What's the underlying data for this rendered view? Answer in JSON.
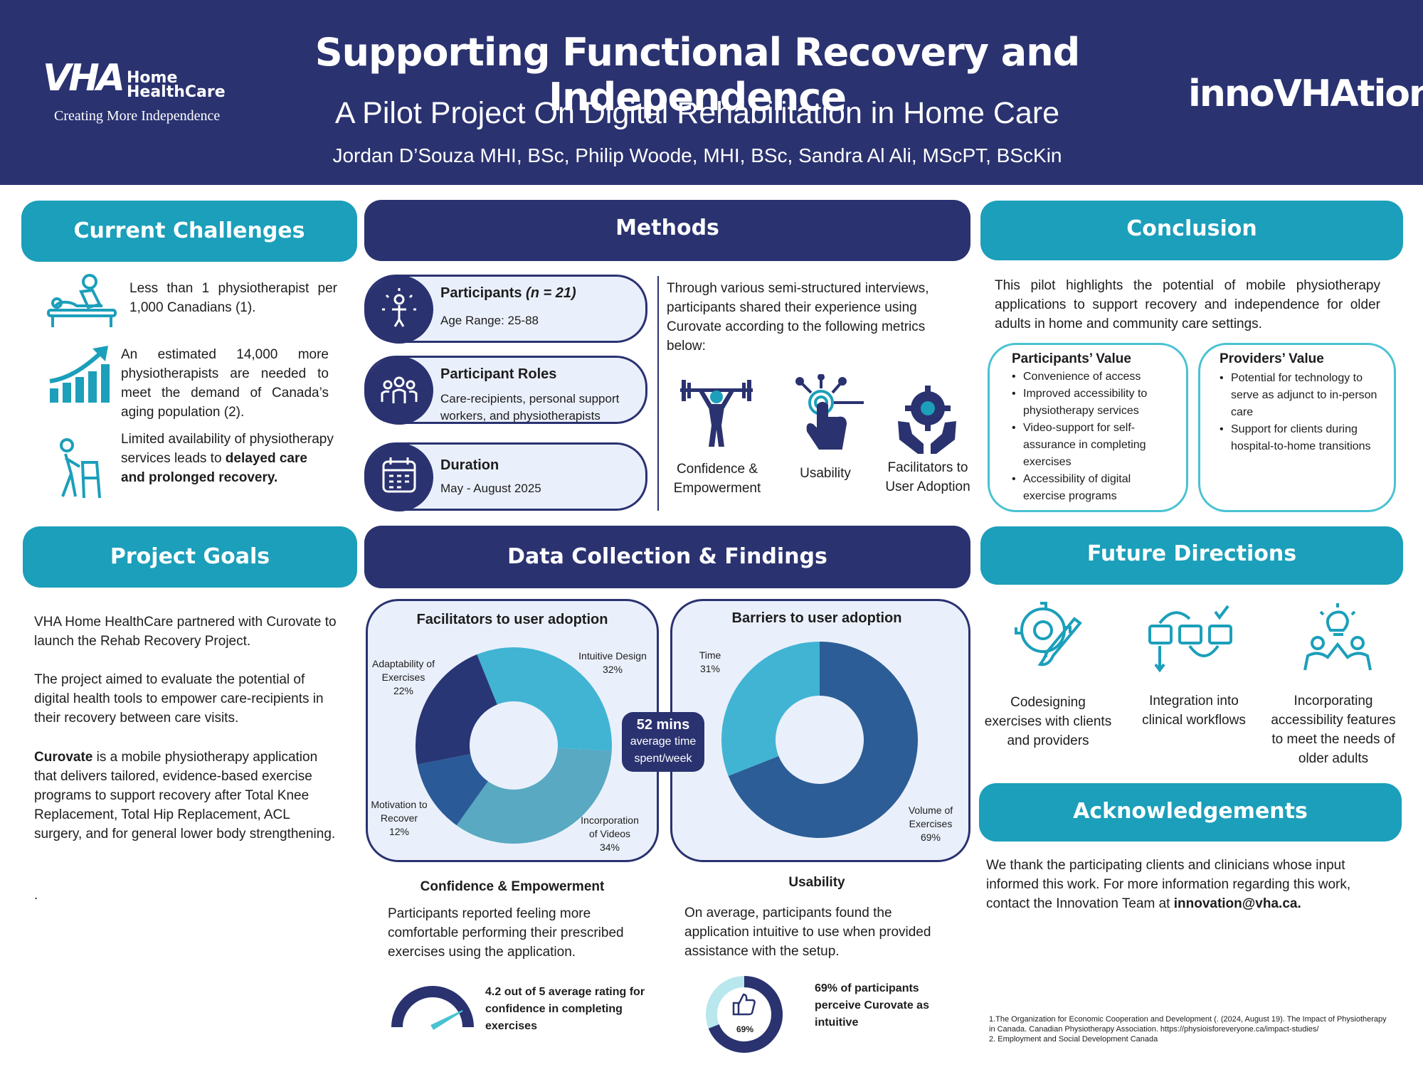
{
  "header": {
    "title": "Supporting Functional Recovery and Independence",
    "subtitle": "A Pilot Project On Digital Rehabilitation in Home Care",
    "authors": "Jordan D’Souza MHI, BSc, Philip Woode, MHI, BSc, Sandra Al Ali, MScPT, BScKin",
    "logo_left_mark": "VHA",
    "logo_left_name_1": "Home",
    "logo_left_name_2": "HealthCare",
    "logo_left_tagline": "Creating More Independence",
    "logo_right": "innoVHAtion"
  },
  "colors": {
    "navy": "#2a3270",
    "teal": "#1b9fba",
    "light_teal": "#49c2d3",
    "panel_bg": "#eaf0fb"
  },
  "challenges": {
    "heading": "Current Challenges",
    "items": [
      {
        "icon": "physiotherapy-massage-icon",
        "text": "Less than 1 physiotherapist per 1,000 Canadians (1)."
      },
      {
        "icon": "growth-chart-icon",
        "text": "An estimated 14,000 more physiotherapists are needed to meet the demand of Canada’s aging population (2)."
      },
      {
        "icon": "walker-person-icon",
        "text_plain": "Limited availability of physiotherapy services leads to ",
        "text_bold": "delayed care and prolonged recovery."
      }
    ]
  },
  "goals": {
    "heading": "Project Goals",
    "p1": "VHA Home HealthCare partnered with Curovate to launch the Rehab Recovery Project.",
    "p2": "The project aimed to evaluate the potential of digital health tools to empower care-recipients in their recovery between care visits.",
    "p3_bold": "Curovate",
    "p3_rest": " is a mobile physiotherapy application that delivers tailored, evidence-based exercise programs to support recovery after Total Knee Replacement, Total Hip Replacement, ACL surgery, and for general lower body strengthening.",
    "p4": "."
  },
  "methods": {
    "heading": "Methods",
    "cards": [
      {
        "icon": "person-spark-icon",
        "title": "Participants",
        "title_extra": "(n = 21)",
        "sub": "Age Range: 25-88"
      },
      {
        "icon": "group-icon",
        "title": "Participant Roles",
        "sub": "Care-recipients, personal support workers, and physiotherapists"
      },
      {
        "icon": "calendar-icon",
        "title": "Duration",
        "sub": "May - August 2025"
      }
    ],
    "intro": "Through various semi-structured interviews, participants shared their experience using Curovate according to the following metrics below:",
    "metrics": [
      {
        "icon": "weightlifter-icon",
        "label": "Confidence & Empowerment"
      },
      {
        "icon": "tap-hand-icon",
        "label": "Usability"
      },
      {
        "icon": "gear-hands-icon",
        "label": "Facilitators to User Adoption"
      }
    ]
  },
  "findings": {
    "heading": "Data Collection & Findings",
    "facilitators": {
      "title": "Facilitators to user adoption",
      "slices": [
        {
          "name": "Intuitive Design",
          "pct_label": "32%",
          "value": 32,
          "color": "#41b4d4"
        },
        {
          "name": "Incorporation of Videos",
          "pct_label": "34%",
          "value": 34,
          "color": "#58a9c1"
        },
        {
          "name": "Motivation to Recover",
          "pct_label": "12%",
          "value": 12,
          "color": "#2b5a98"
        },
        {
          "name": "Adaptability of Exercises",
          "pct_label": "22%",
          "value": 22,
          "color": "#283675"
        }
      ]
    },
    "barriers": {
      "title": "Barriers to user adoption",
      "slices": [
        {
          "name": "Volume of Exercises",
          "pct_label": "69%",
          "value": 69,
          "color": "#2c5d96"
        },
        {
          "name": "Time",
          "pct_label": "31%",
          "value": 31,
          "color": "#41b4d4"
        }
      ]
    },
    "badge": {
      "value": "52 mins",
      "line1": "average time",
      "line2": "spent/week"
    },
    "confidence": {
      "heading": "Confidence & Empowerment",
      "text": "Participants reported feeling more comfortable performing their prescribed exercises using the application.",
      "stat": "4.2 out of 5 average rating for confidence in completing exercises",
      "rating": 4.2,
      "rating_max": 5
    },
    "usability": {
      "heading": "Usability",
      "text": "On average, participants found the application intuitive to use when provided assistance with the setup.",
      "stat": "69% of participants perceive Curovate as intuitive",
      "ring_label": "69%",
      "ring_value": 69
    }
  },
  "conclusion": {
    "heading": "Conclusion",
    "text": "This pilot highlights the potential of mobile physiotherapy applications to support recovery and independence for older adults in home and community care settings.",
    "participants_value": {
      "title": "Participants’ Value",
      "items": [
        "Convenience of access",
        "Improved accessibility to physiotherapy services",
        "Video-support for self-assurance in completing exercises",
        "Accessibility of digital exercise programs"
      ]
    },
    "providers_value": {
      "title": "Providers’ Value",
      "items": [
        "Potential for technology to serve as adjunct to in-person care",
        "Support for clients during hospital-to-home transitions"
      ]
    }
  },
  "future": {
    "heading": "Future Directions",
    "items": [
      {
        "icon": "gear-brush-icon",
        "label": "Codesigning exercises with clients and providers"
      },
      {
        "icon": "workflow-icon",
        "label": "Integration into clinical workflows"
      },
      {
        "icon": "lightbulb-people-icon",
        "label": "Incorporating accessibility features to meet the needs of older adults"
      }
    ]
  },
  "acknowledgements": {
    "heading": "Acknowledgements",
    "text": "We thank the participating clients and clinicians whose input informed this work. For more information regarding this work, contact the Innovation Team at ",
    "email": "innovation@vha.ca."
  },
  "references": {
    "r1": "1.The Organization for Economic Cooperation and Development (. (2024, August 19). The Impact of Physiotherapy in Canada. Canadian Physiotherapy Association. https://physioisforeveryone.ca/impact-studies/",
    "r2": "2. Employment and Social Development Canada"
  }
}
